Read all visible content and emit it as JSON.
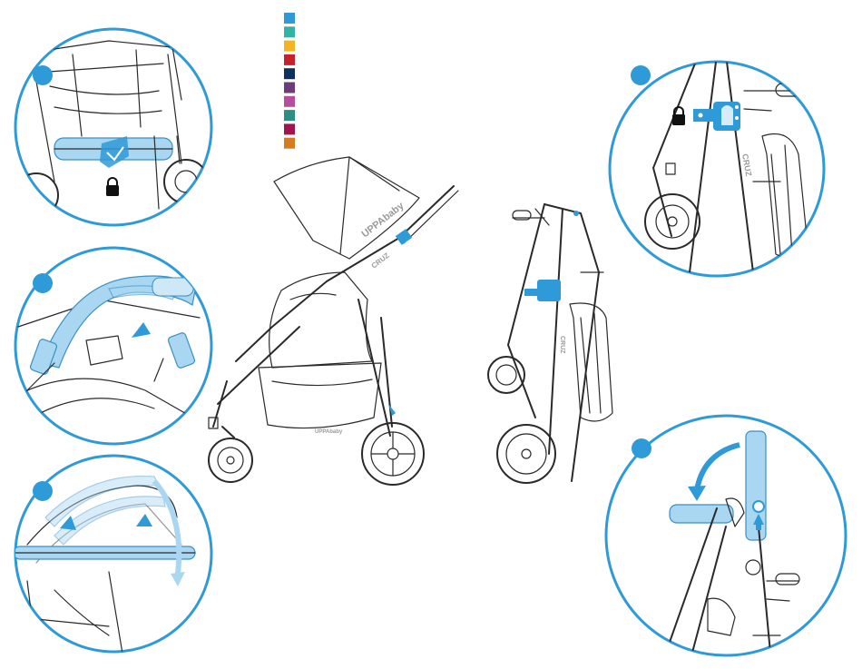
{
  "brand": {
    "logo_text": "UPPAbaby",
    "model_text": "CRUZ",
    "basket_logo_text": "UPPAbaby"
  },
  "palette": {
    "swatches": [
      "#2f9ad8",
      "#33b3a4",
      "#f2b51b",
      "#c8202f",
      "#0f2f5c",
      "#6b3d7a",
      "#b64ea0",
      "#2c8f84",
      "#a1164a",
      "#d87a1e"
    ]
  },
  "colors": {
    "accent": "#2f9ad8",
    "highlight": "#a9d7f2",
    "line": "#2a2a2a"
  },
  "icons": [
    "lock-icon",
    "step-marker",
    "curved-arrow-icon",
    "push-arrow-icon"
  ],
  "callouts": [
    {
      "name": "callout-brake-lock",
      "has_lock": true
    },
    {
      "name": "callout-bumper-bar-release",
      "has_lock": false
    },
    {
      "name": "callout-bumper-bar-rotate",
      "has_lock": false
    },
    {
      "name": "callout-fold-lock",
      "has_lock": true
    },
    {
      "name": "callout-handlebar-fold",
      "has_lock": false
    }
  ]
}
